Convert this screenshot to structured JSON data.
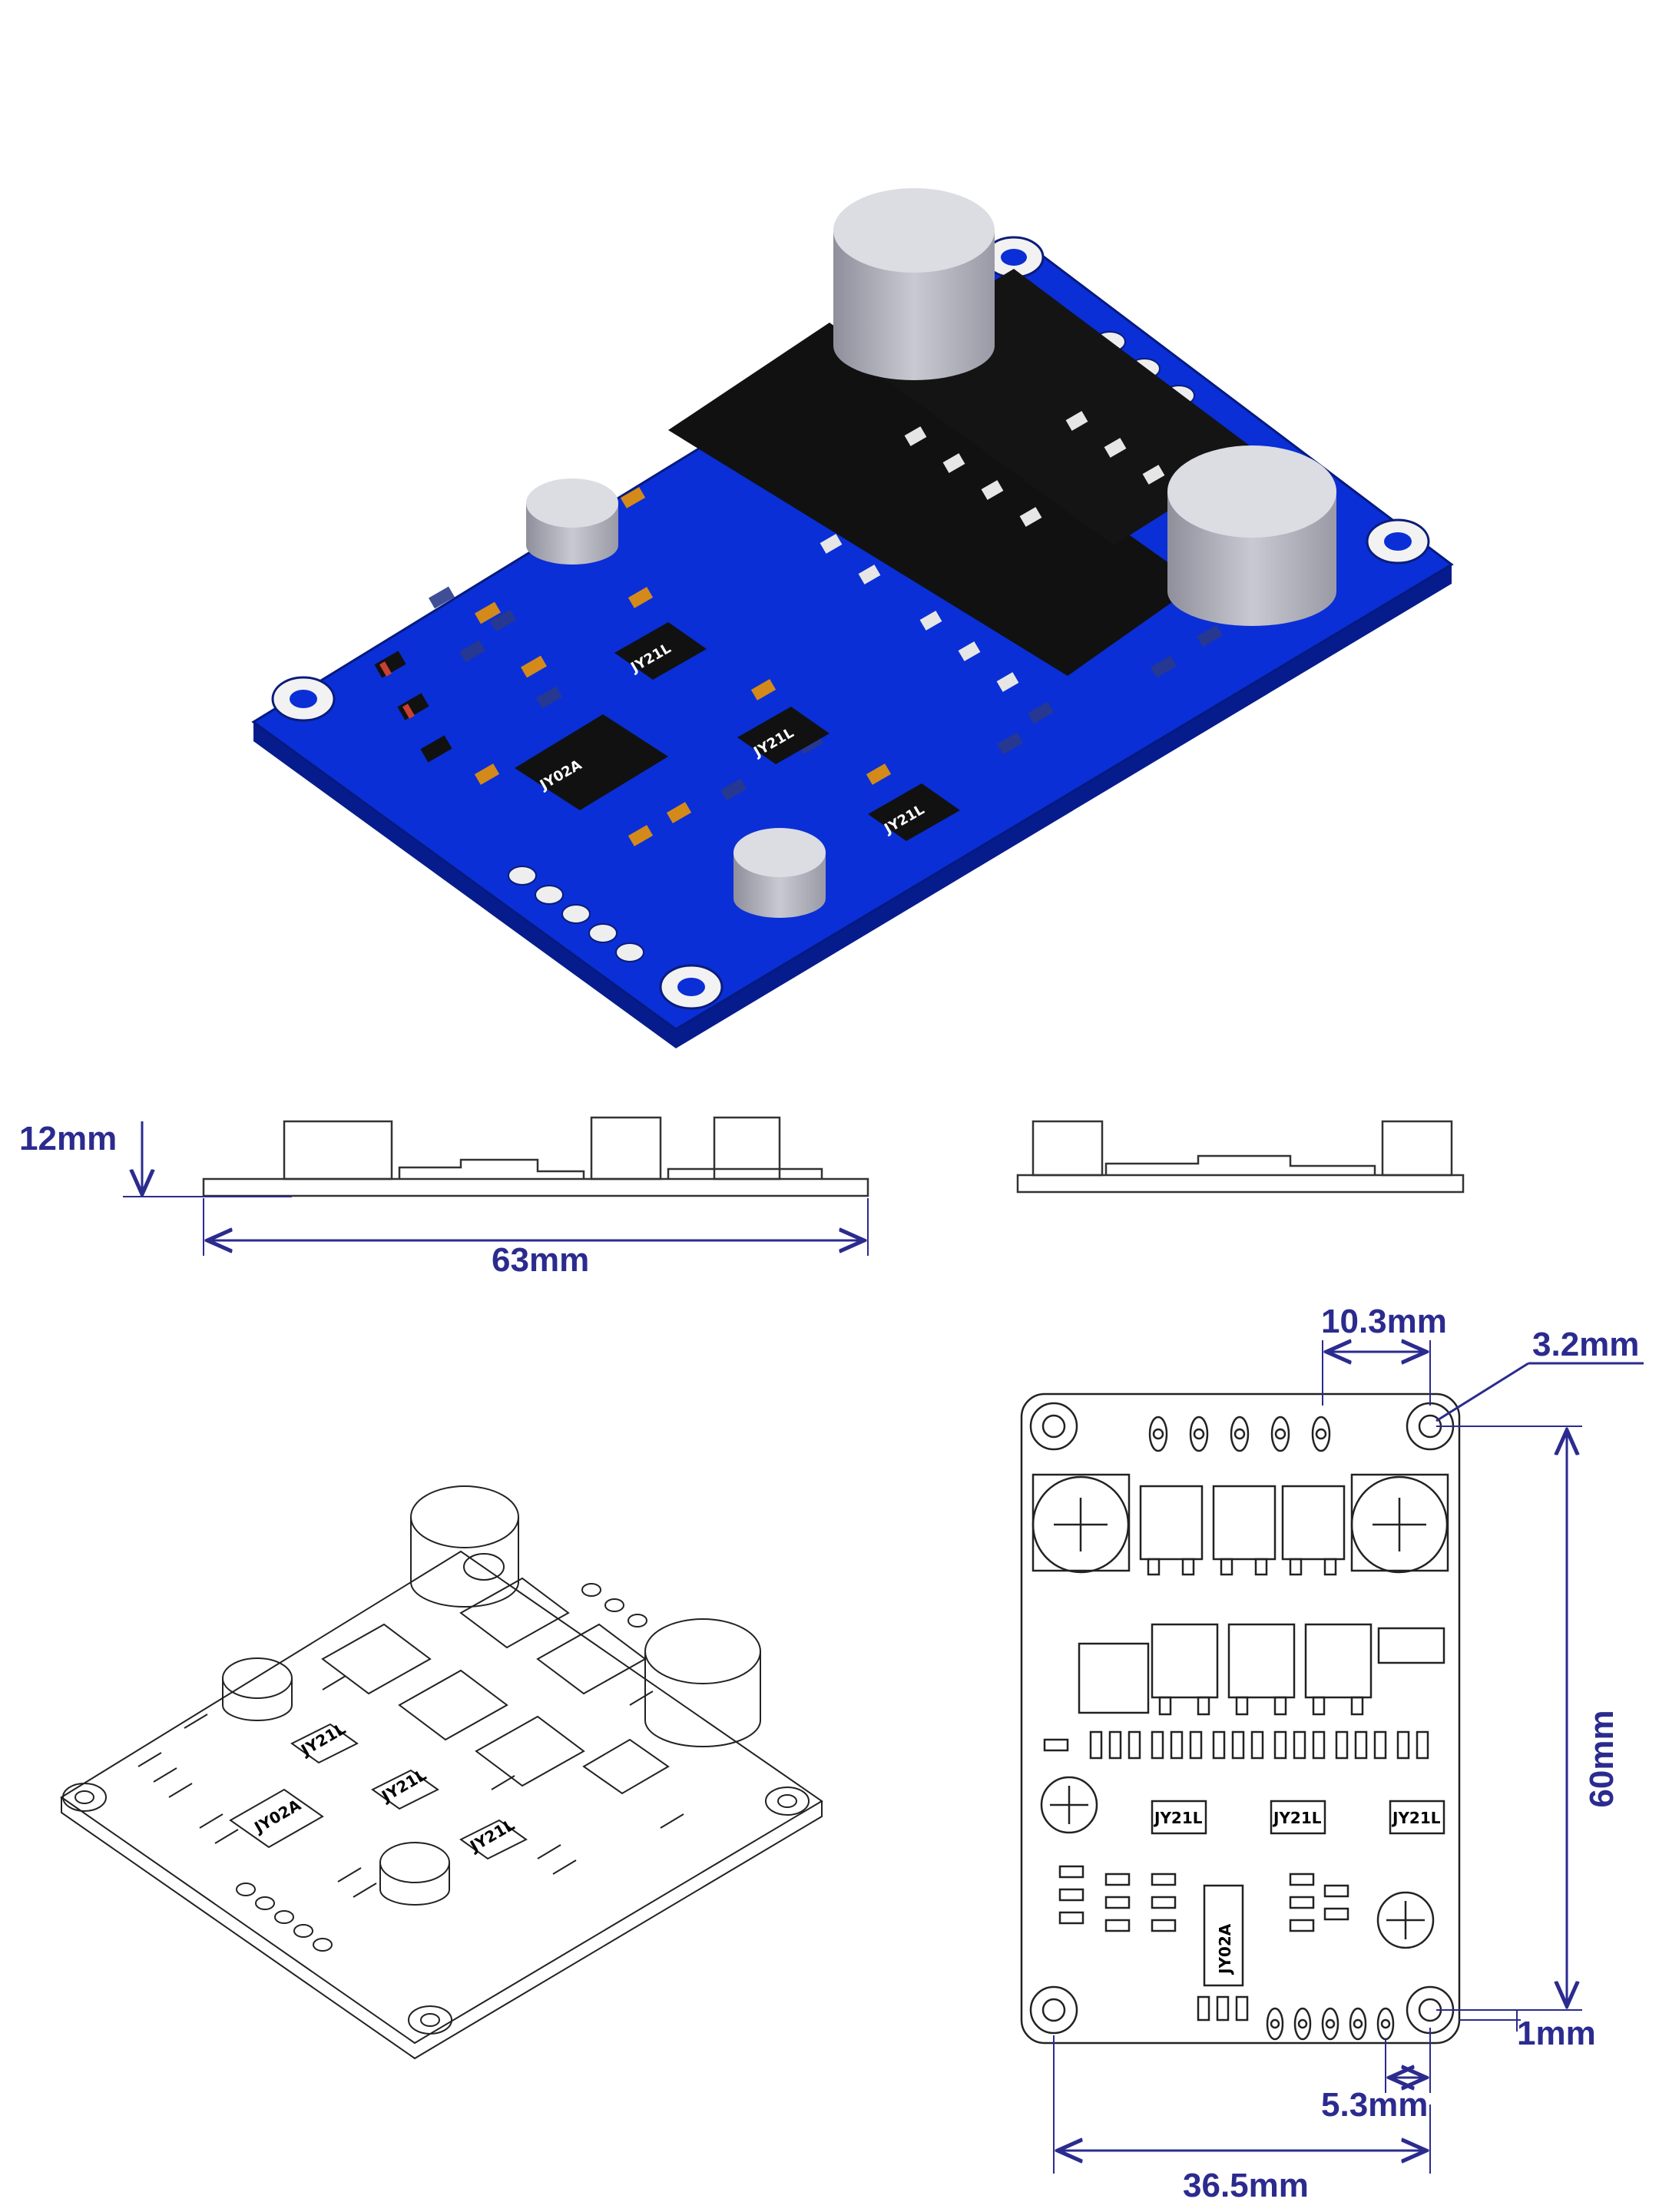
{
  "render": {
    "chip_labels": {
      "driver": "JY02A",
      "gate": "JY21L"
    },
    "dimensions": {
      "height": "12mm",
      "length": "63mm",
      "pin_pitch": "10.3mm",
      "hole_diameter": "3.2mm",
      "board_height": "60mm",
      "edge_offset": "1mm",
      "pin_offset": "5.3mm",
      "hole_spacing": "36.5mm"
    }
  },
  "colors": {
    "pcb": "#0a2fd6",
    "pcb_dark": "#061c8c",
    "dimension": "#2b2b8f",
    "component": "#111111",
    "pad": "#e0e0e0",
    "smd_cap": "#d48a1a",
    "capacitor": "#b9b9c3"
  }
}
